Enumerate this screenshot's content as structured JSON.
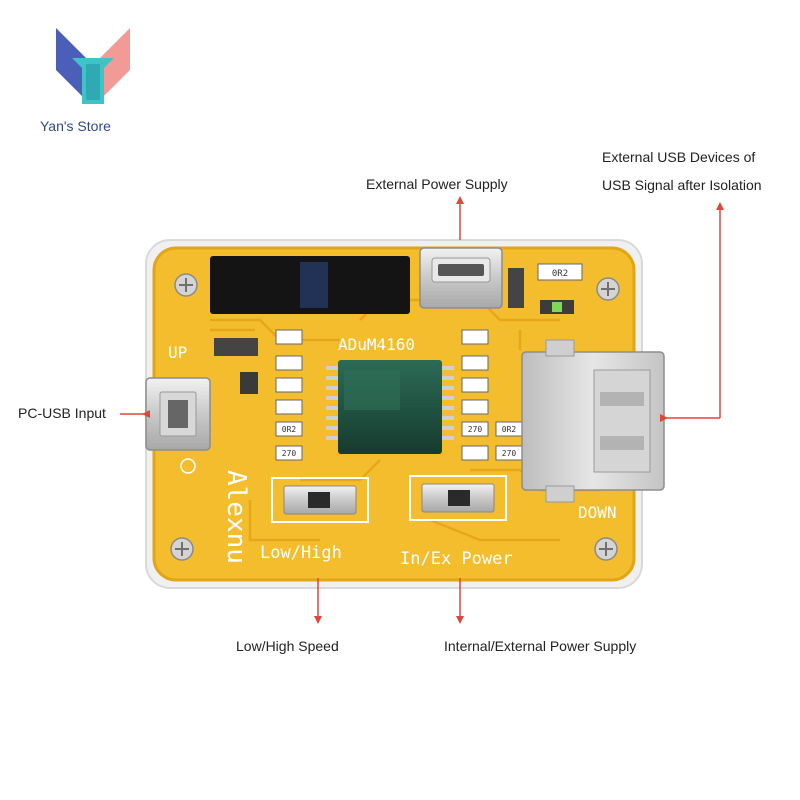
{
  "brand": {
    "name": "Yan's Store",
    "logo_icon": "y-monogram-logo",
    "logo_colors": [
      "#4b5fb8",
      "#3ec3c6",
      "#f29a96"
    ]
  },
  "board": {
    "chip_label": "ADuM4160",
    "port_labels": {
      "up": "UP",
      "down": "DOWN"
    },
    "switch_labels": {
      "speed": "Low/High",
      "power": "In/Ex Power"
    },
    "resistor_codes": [
      "0R2",
      "270",
      "270",
      "270",
      "0R2"
    ],
    "top_code": "0R2",
    "colors": {
      "pcb": "#f4bd2d",
      "pcb_edge": "#e2a515",
      "case": "#eeeeee",
      "metal": "#cfcfcf",
      "ic": "#1f4b3c",
      "callout": "#e0453a"
    }
  },
  "callouts": {
    "external_power": "External Power Supply",
    "external_usb_line1": "External USB Devices of",
    "external_usb_line2": "USB Signal after Isolation",
    "pc_usb_input": "PC-USB Input",
    "low_high_speed": "Low/High Speed",
    "internal_external_power": "Internal/External Power Supply"
  }
}
